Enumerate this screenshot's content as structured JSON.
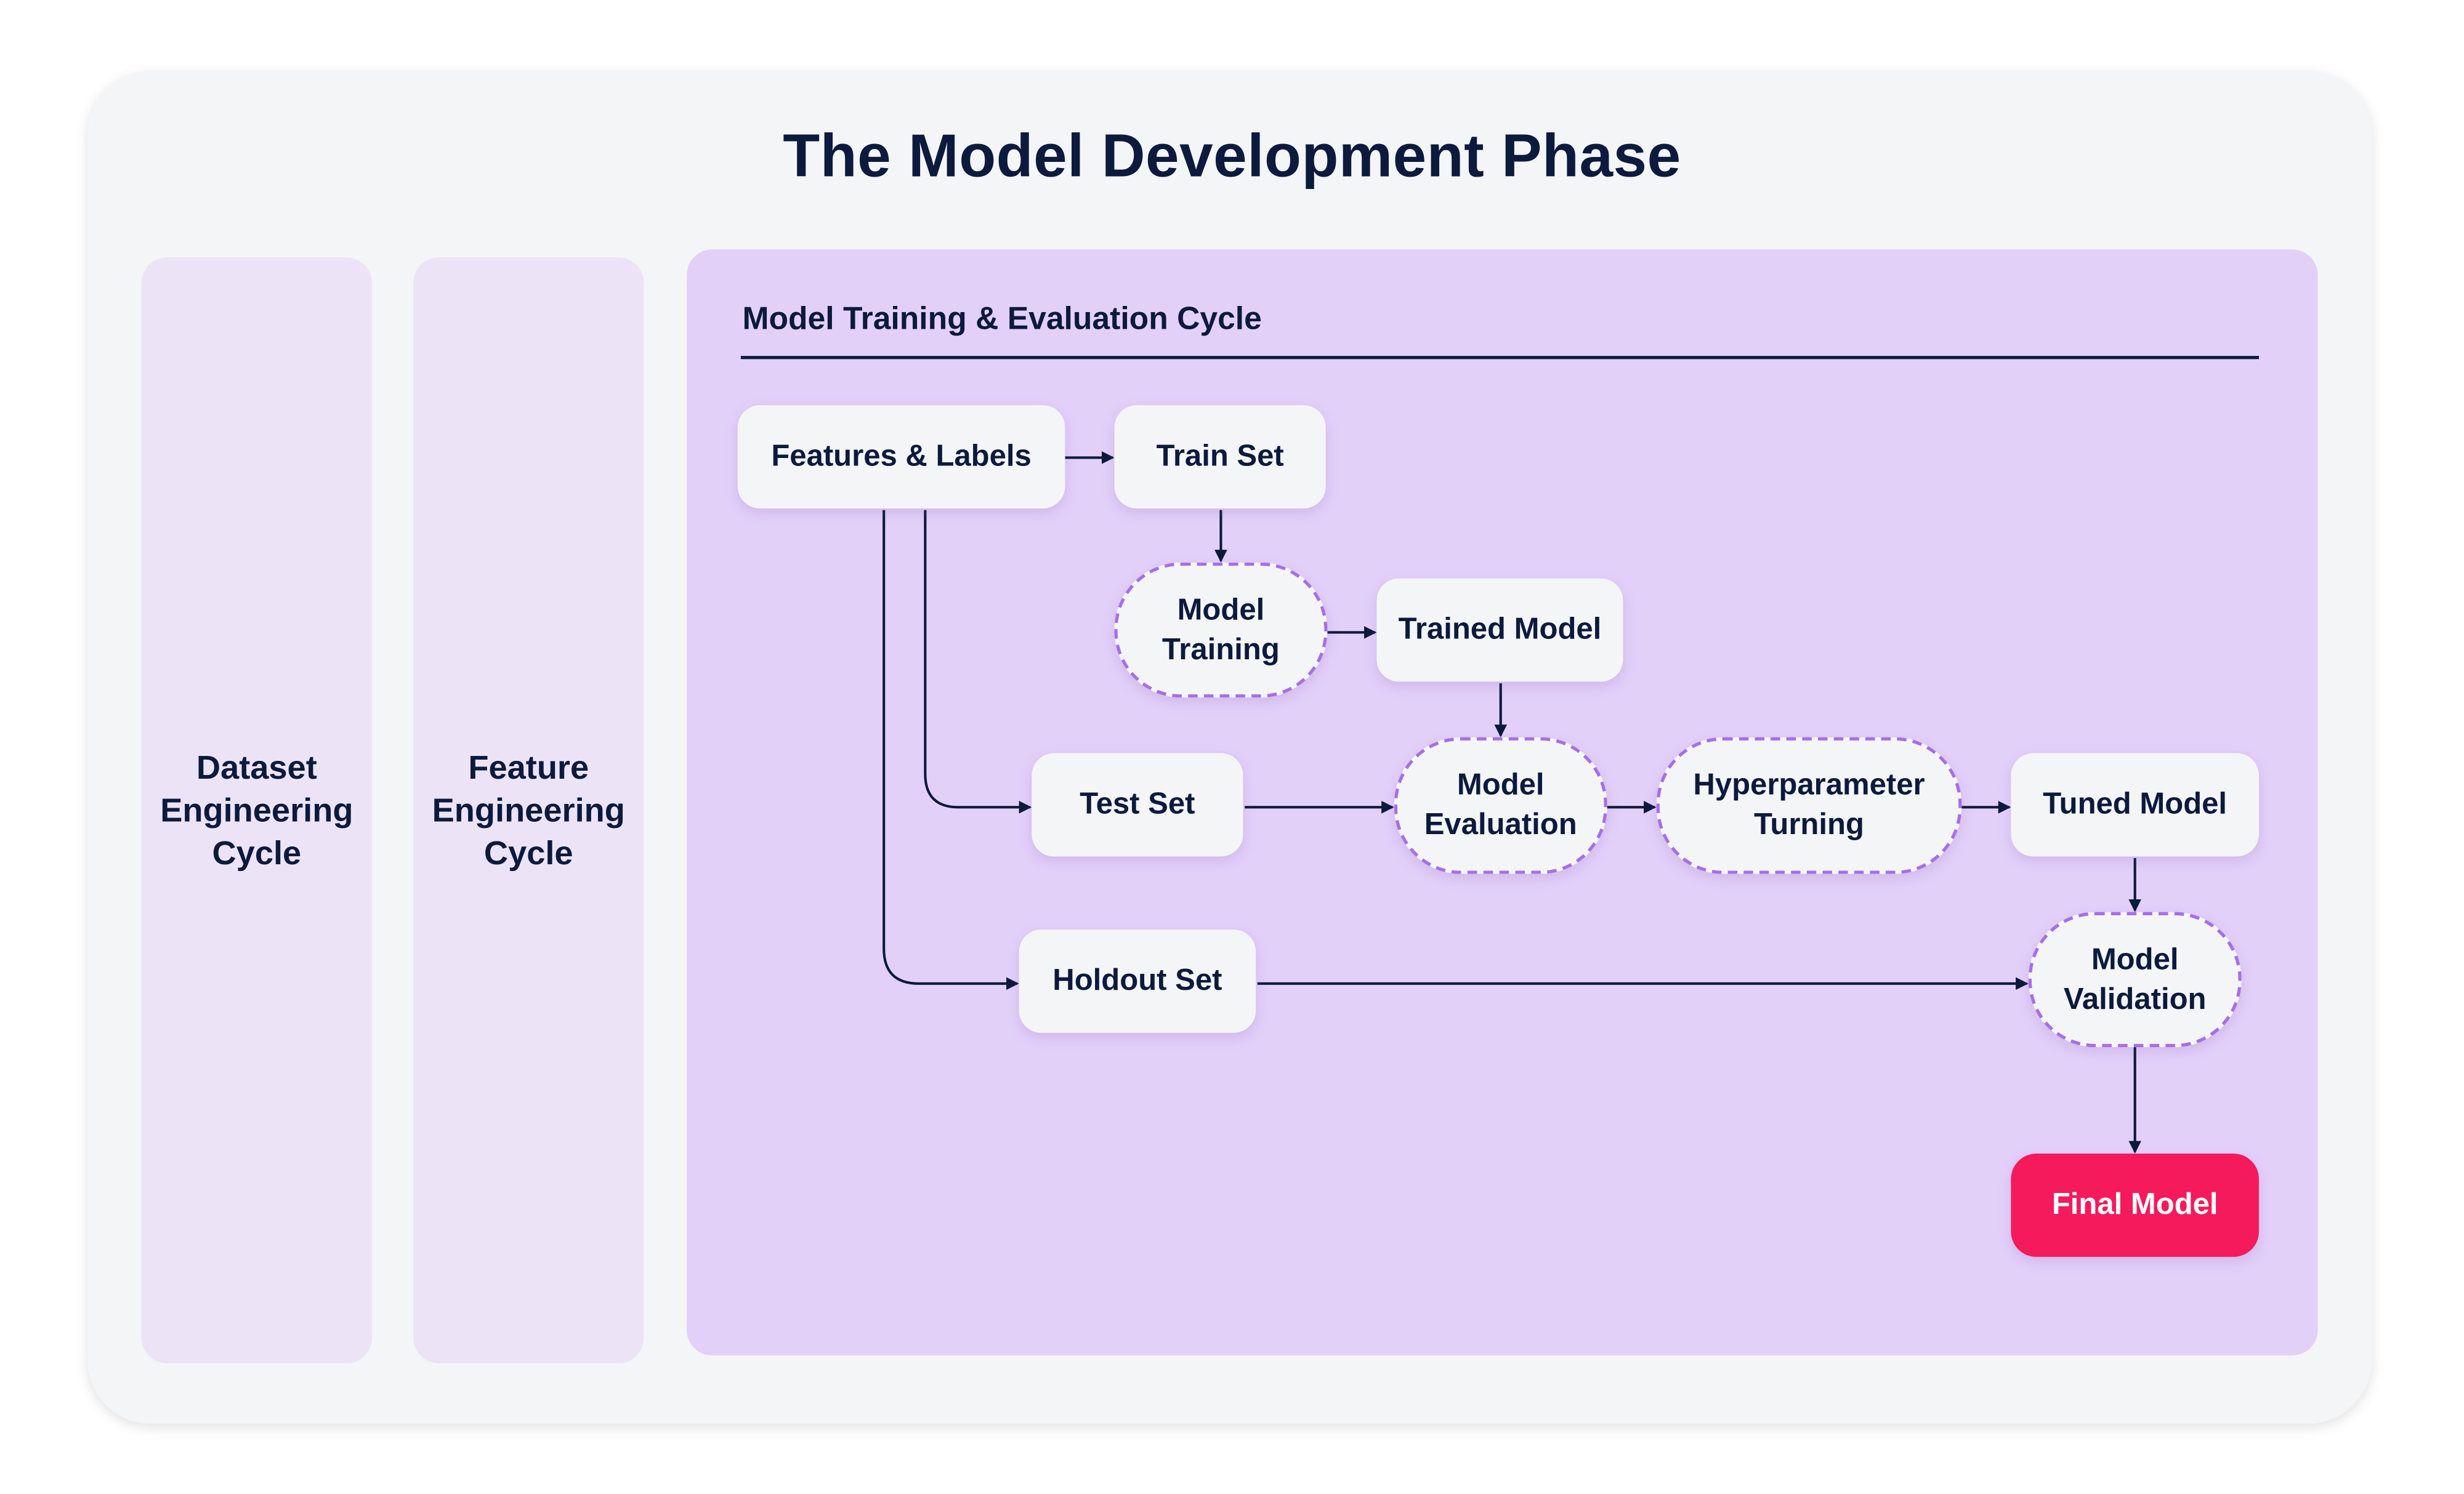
{
  "title": "The Model Development Phase",
  "columns": {
    "dataset": "Dataset\nEngineering\nCycle",
    "feature": "Feature\nEngineering\nCycle"
  },
  "panel": {
    "title": "Model Training & Evaluation Cycle",
    "nodes": {
      "features_labels": "Features & Labels",
      "train_set": "Train Set",
      "model_training": "Model\nTraining",
      "trained_model": "Trained Model",
      "test_set": "Test Set",
      "model_evaluation": "Model\nEvaluation",
      "hyperparameter": "Hyperparameter\nTurning",
      "tuned_model": "Tuned Model",
      "holdout_set": "Holdout Set",
      "model_validation": "Model\nValidation",
      "final_model": "Final Model"
    }
  },
  "colors": {
    "text": "#0b1a3d",
    "panel": "#e3d0f9",
    "side_column": "#ece4f6",
    "node": "#f4f5f7",
    "dashed_border": "#a66ee8",
    "final": "#f41a5c"
  }
}
